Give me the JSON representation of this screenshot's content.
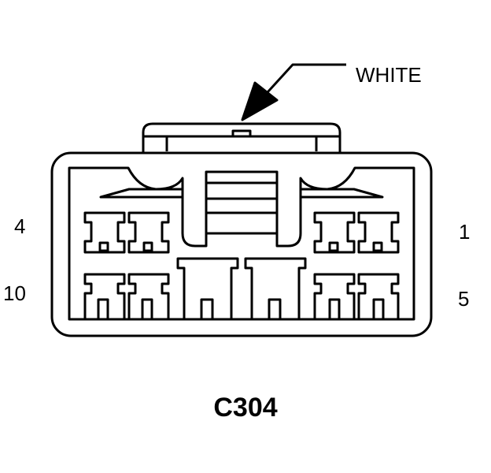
{
  "connector": {
    "id": "C304",
    "color_label": "WHITE"
  },
  "pins": {
    "top_left": "4",
    "top_right": "1",
    "bottom_left": "10",
    "bottom_right": "5"
  },
  "colors": {
    "line": "#000000",
    "background": "#ffffff"
  }
}
